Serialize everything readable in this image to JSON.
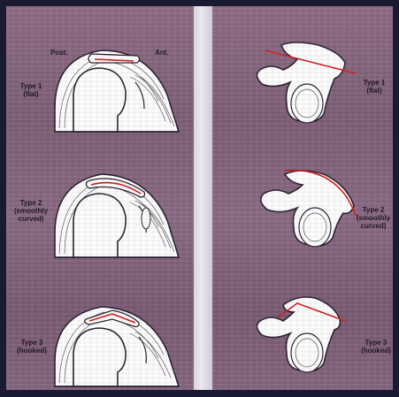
{
  "left_panel": {
    "orientation": {
      "posterior": "Post.",
      "anterior": "Ant."
    },
    "types": [
      {
        "name": "Type 1",
        "desc": "(flat)"
      },
      {
        "name": "Type 2",
        "desc": "(smoothly curved)"
      },
      {
        "name": "Type 3",
        "desc": "(hooked)"
      }
    ]
  },
  "right_panel": {
    "types": [
      {
        "name": "Type 1",
        "desc": "(flat)"
      },
      {
        "name": "Type 2",
        "desc": "(smoothly curved)"
      },
      {
        "name": "Type 3",
        "desc": "(hooked)"
      }
    ]
  },
  "colors": {
    "background": "#8a6a84",
    "bone": "#ffffff",
    "outline": "#2a2030",
    "acromion_line": "#d21e1e",
    "divider": "#e4e0e8"
  }
}
